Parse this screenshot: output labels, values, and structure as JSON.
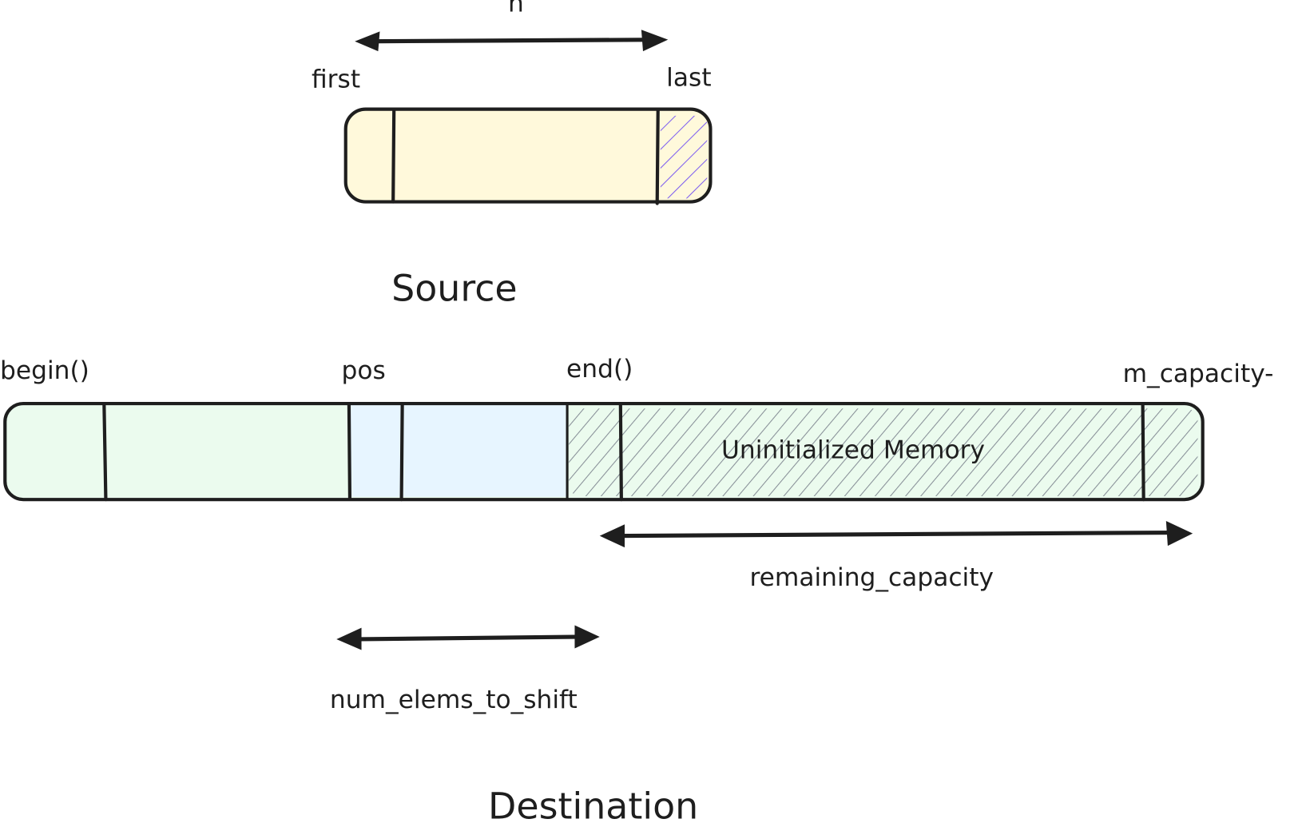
{
  "colors": {
    "ink": "#1e1e1e",
    "source_fill": "#fff9db",
    "source_hatch": "#7c5cf0",
    "dest_fill": "#ebfbee",
    "shift_fill": "#e7f5ff",
    "uninit_hatch": "#868e96"
  },
  "source": {
    "title": "Source",
    "label_first": "first",
    "label_last": "last",
    "arrow_label": "n"
  },
  "destination": {
    "title": "Destination",
    "label_begin": "begin()",
    "label_pos": "pos",
    "label_end": "end()",
    "label_capacity": "m_capacity-",
    "uninitialized_label": "Uninitialized Memory",
    "arrow_remaining_label": "remaining_capacity",
    "arrow_shift_label": "num_elems_to_shift"
  }
}
